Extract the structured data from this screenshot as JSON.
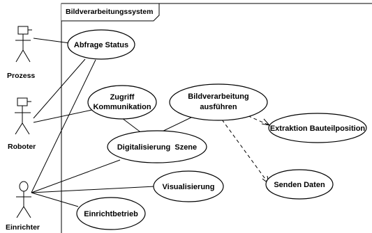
{
  "system": {
    "title": "Bildverarbeitungssystem"
  },
  "actors": {
    "prozess": "Prozess",
    "roboter": "Roboter",
    "einrichter": "Einrichter"
  },
  "use_cases": {
    "abfrage_status": "Abfrage Status",
    "zugriff_kommunikation": [
      "Zugriff",
      "Kommunikation"
    ],
    "bildverarbeitung_ausfuehren": [
      "Bildverarbeitung",
      "ausführen"
    ],
    "extraktion_bauteilposition": "Extraktion Bauteilposition",
    "digitalisierung_szene": "Digitalisierung  Szene",
    "visualisierung": "Visualisierung",
    "senden_daten": "Senden Daten",
    "einrichtbetrieb": "Einrichtbetrieb"
  }
}
